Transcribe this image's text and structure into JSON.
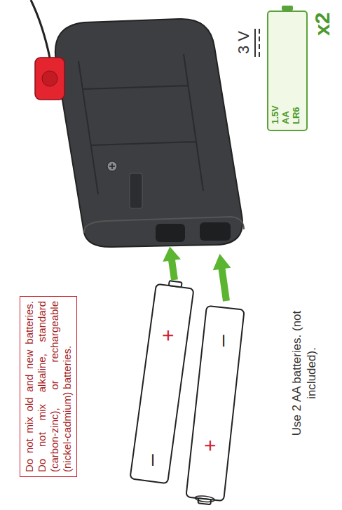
{
  "diagram": {
    "nodes": [
      {
        "text": [
          "Do not mix old and new batteries. Do not mix alkaline, standard (carbon-zinc), or rechargeable (nickel-cadmium) batteries."
        ]
      },
      {
        "text": [
          "1.5V",
          "AA",
          "LR6"
        ]
      }
    ],
    "labels": [
      "3 V",
      "x2",
      "+",
      "–",
      "–",
      "+",
      "Use 2 AA batteries. (not included)."
    ]
  }
}
